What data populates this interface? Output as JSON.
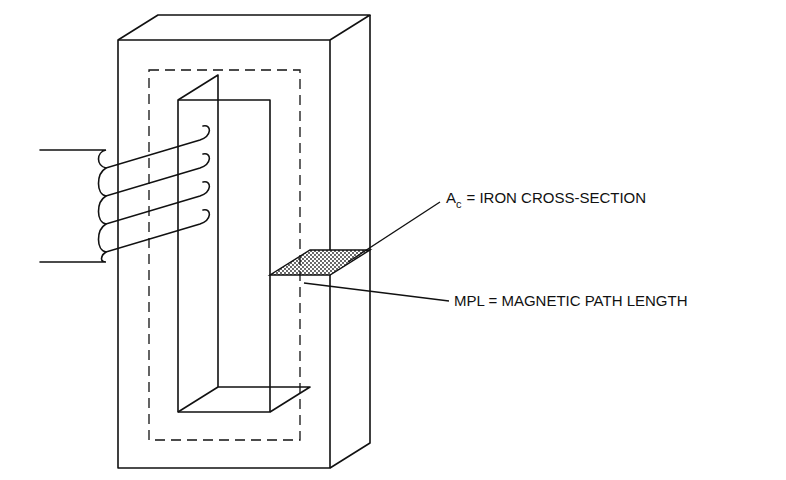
{
  "diagram": {
    "labels": [
      "A",
      "c",
      "= IRON CROSS-SECTION",
      "MPL = MAGNETIC PATH LENGTH"
    ]
  }
}
